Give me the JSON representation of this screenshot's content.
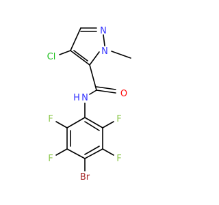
{
  "molecule": {
    "atoms": {
      "N_pyrazole_2": "N",
      "N_pyrazole_1": "N",
      "Cl": "Cl",
      "O": "O",
      "N_amide": "N",
      "H_amide": "H",
      "F_top_left": "F",
      "F_top_right": "F",
      "F_bottom_left": "F",
      "F_bottom_right": "F",
      "Br": "Br"
    },
    "colors": {
      "nitrogen": "#3333ff",
      "oxygen": "#ff0d0d",
      "chlorine": "#1fc01f",
      "fluorine": "#8cc84c",
      "bromine": "#a62929",
      "bond": "#000000"
    }
  }
}
